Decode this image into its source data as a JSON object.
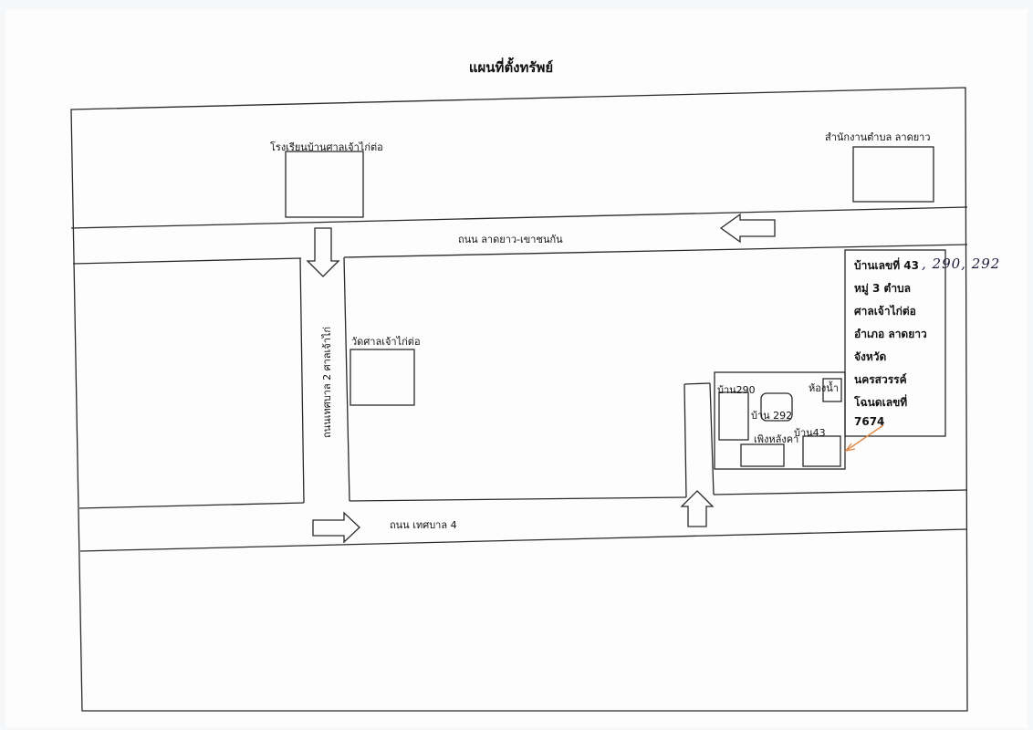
{
  "map": {
    "title": "แผนที่ตั้งทรัพย์",
    "landmarks": {
      "school": "โรงเรียนบ้านศาลเจ้าไก่ต่อ",
      "subdistrict_office": "สำนักงานตำบล ลาดยาว",
      "temple": "วัดศาลเจ้าไก่ต่อ"
    },
    "roads": {
      "main_road": "ถนน ลาดยาว-เขาชนกัน",
      "vertical_road": "ถนนเทศบาล 2 ศาลเจ้าไก่",
      "lower_road": "ถนน เทศบาล 4"
    },
    "property": {
      "house_290": "บ้าน290",
      "house_292": "บ้าน 292",
      "bathroom": "ห้องน้ำ",
      "lean_to": "เพิงหลังคา",
      "house_43": "บ้าน43"
    },
    "info_box": {
      "line1": "บ้านเลขที่ 43",
      "handwritten": ", 290, 292",
      "line2": "หมู่ 3 ตำบล",
      "line3": "ศาลเจ้าไก่ต่อ",
      "line4": "อำเภอ ลาดยาว",
      "line5": "จังหวัด",
      "line6": "นครสวรรค์",
      "line7": "โฉนดเลขที่",
      "line8": "7674"
    },
    "colors": {
      "line": "#2a2a2a",
      "pointer_arrow": "#e08a4a",
      "handwriting": "#1a1a3a"
    }
  }
}
